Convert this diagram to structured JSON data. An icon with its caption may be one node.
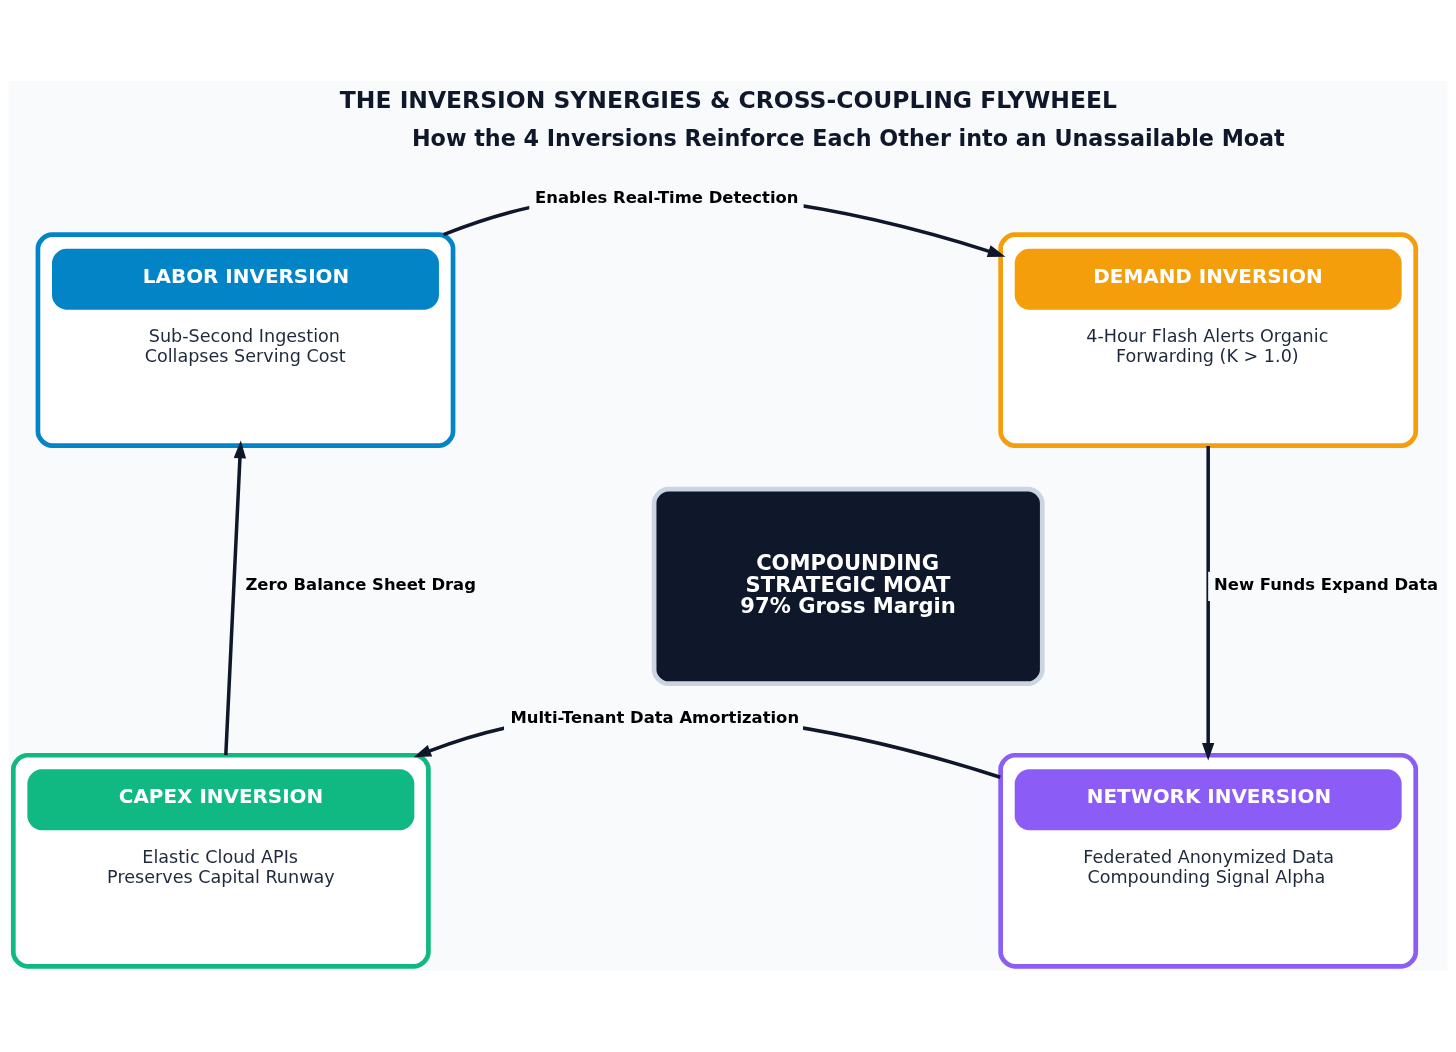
{
  "diagram": {
    "title": "THE INVERSION SYNERGIES & CROSS-COUPLING FLYWHEEL",
    "nodes": [
      {
        "text": [
          "LABOR INVERSION",
          "Sub-Second Ingestion Collapses Serving Cost"
        ]
      },
      {
        "text": [
          "DEMAND INVERSION",
          "4-Hour Flash Alerts Organic Forwarding (K > 1.0)"
        ]
      },
      {
        "text": [
          "COMPOUNDING STRATEGIC MOAT",
          "97% Gross Margin"
        ]
      },
      {
        "text": [
          "CAPEX INVERSION",
          "Elastic Cloud APIs Preserves Capital Runway"
        ]
      },
      {
        "text": [
          "NETWORK INVERSION",
          "Federated Anonymized Data Compounding Signal Alpha"
        ]
      }
    ],
    "edges": [
      {
        "from": 0,
        "to": 1,
        "arrow": "to",
        "label": "Enables Real-Time Detection"
      },
      {
        "from": 1,
        "to": 4,
        "arrow": "to",
        "label": "New Funds Expand Data"
      },
      {
        "from": 4,
        "to": 3,
        "arrow": "to",
        "label": "Multi-Tenant Data Amortization"
      },
      {
        "from": 3,
        "to": 0,
        "arrow": "to",
        "label": "Zero Balance Sheet Drag"
      }
    ],
    "labels": [
      "How the 4 Inversions Reinforce Each Other into an Unassailable Moat"
    ]
  }
}
